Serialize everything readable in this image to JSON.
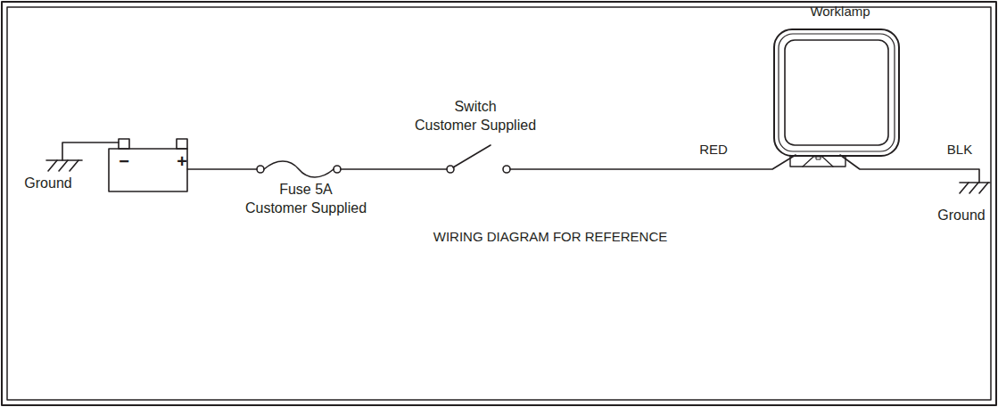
{
  "diagram": {
    "caption": "WIRING DIAGRAM FOR REFERENCE",
    "nodes": [
      {
        "text": [
          "Worklamp"
        ]
      }
    ],
    "labels": [
      "−",
      "+",
      "Ground",
      "Fuse 5A Customer Supplied",
      "Switch Customer Supplied",
      "RED",
      "BLK",
      "Ground"
    ]
  }
}
